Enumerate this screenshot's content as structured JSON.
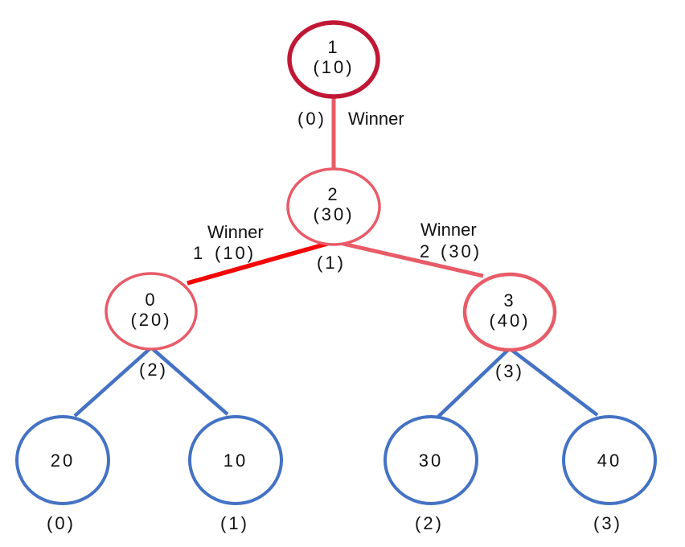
{
  "colors": {
    "root_stroke": "#C01735",
    "internal_stroke": "#E85B68",
    "pink_edge": "#E85B68",
    "winner_edge": "#F40505",
    "leaf_stroke": "#4472C4",
    "text": "#111111",
    "background": "#FFFFFF"
  },
  "nodes": {
    "root": {
      "index": "1",
      "value": "(10)"
    },
    "node2": {
      "index": "2",
      "value": "(30)"
    },
    "node0": {
      "index": "0",
      "value": "(20)"
    },
    "node3": {
      "index": "3",
      "value": "(40)"
    },
    "leaf0": {
      "value": "20"
    },
    "leaf1": {
      "value": "10"
    },
    "leaf2": {
      "value": "30"
    },
    "leaf3": {
      "value": "40"
    }
  },
  "labels": {
    "root_slot": "(0)",
    "root_edge_word": "Winner",
    "node2_slot": "(1)",
    "left_edge_word": "Winner",
    "left_edge_num": "1",
    "left_edge_value": "(10)",
    "right_edge_word": "Winner",
    "right_edge_num": "2",
    "right_edge_value": "(30)",
    "node0_slot": "(2)",
    "node3_slot": "(3)",
    "leaf0_slot": "(0)",
    "leaf1_slot": "(1)",
    "leaf2_slot": "(2)",
    "leaf3_slot": "(3)"
  }
}
